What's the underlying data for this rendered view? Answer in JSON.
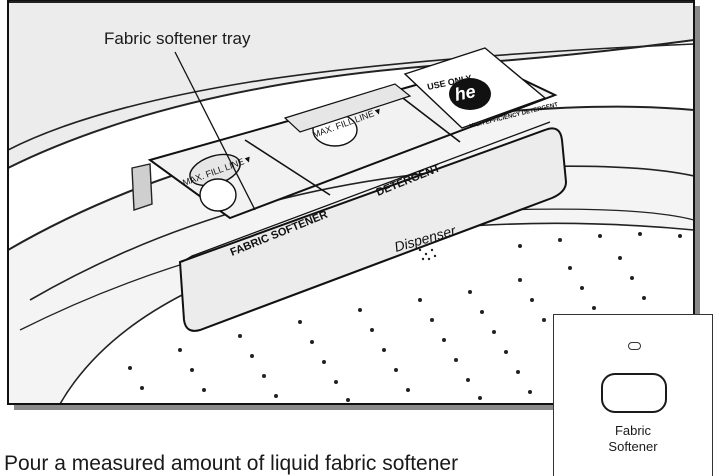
{
  "callout": {
    "label": "Fabric softener tray"
  },
  "tray": {
    "compartment_fabric": "FABRIC SOFTENER",
    "compartment_detergent": "DETERGENT",
    "max_fill_left": "MAX. FILL LINE▼",
    "max_fill_mid": "MAX. FILL LINE▼",
    "use_only": "USE ONLY",
    "he_logo": "he",
    "he_detergent": "HIGH EFFICIENCY DETERGENT",
    "handle_label": "Dispenser"
  },
  "control_panel": {
    "led_icon": "indicator-led-icon",
    "button_icon": "rounded-button-icon",
    "label_line1": "Fabric",
    "label_line2": "Softener"
  },
  "instruction": {
    "text": "Pour a measured amount of liquid fabric softener"
  }
}
